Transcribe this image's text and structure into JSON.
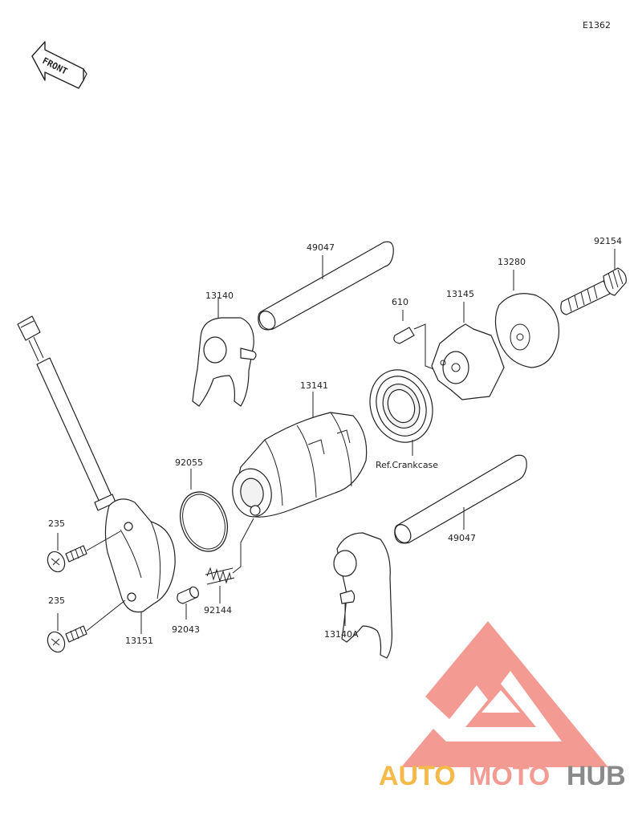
{
  "diagram_code": "E1362",
  "front_label": "FRONT",
  "labels": {
    "p49047_top": "49047",
    "p92154": "92154",
    "p13280": "13280",
    "p13140": "13140",
    "p610": "610",
    "p13145": "13145",
    "p13141": "13141",
    "ref_crankcase": "Ref.Crankcase",
    "p92055": "92055",
    "p49047_bottom": "49047",
    "p235_top": "235",
    "p235_bottom": "235",
    "p92144": "92144",
    "p92043": "92043",
    "p13151": "13151",
    "p13140A": "13140A"
  },
  "watermark": {
    "auto": "AUTO",
    "moto": "MOTO",
    "hub": "HUB",
    "colors": {
      "auto": "#f5b94a",
      "moto": "#f39a93",
      "hub": "#8a8a8a",
      "logo": "#f39a93"
    }
  }
}
